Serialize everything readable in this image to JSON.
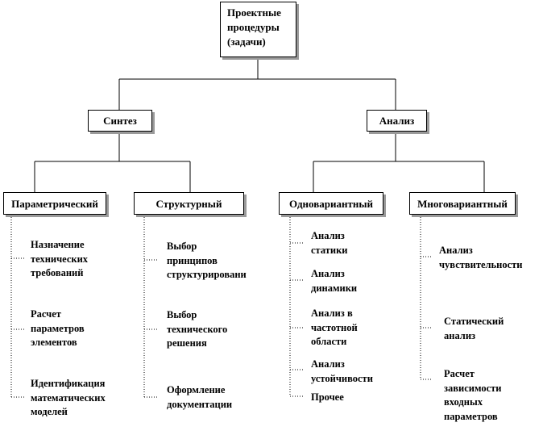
{
  "root": {
    "label": "Проектные\nпроцедуры\n(задачи)"
  },
  "level1": {
    "synthesis": "Синтез",
    "analysis": "Анализ"
  },
  "level2": {
    "parametric": "Параметрический",
    "structural": "Структурный",
    "single_variant": "Одновариантный",
    "multi_variant": "Многовариантный"
  },
  "leaves": {
    "parametric": [
      "Назначение\nтехнических\nтребований",
      "Расчет\nпараметров\nэлементов",
      "Идентификация\nматематических\nмоделей"
    ],
    "structural": [
      "Выбор\nпринципов\nструктурировани",
      "Выбор\nтехнического\nрешения",
      "Оформление\nдокументации"
    ],
    "single_variant": [
      "Анализ\nстатики",
      "Анализ\nдинамики",
      "Анализ в\nчастотной\nобласти",
      "Анализ\nустойчивости",
      "Прочее"
    ],
    "multi_variant": [
      "Анализ\nчувствительности",
      "Статический\nанализ",
      "Расчет\nзависимости\nвходных\nпараметров"
    ]
  }
}
